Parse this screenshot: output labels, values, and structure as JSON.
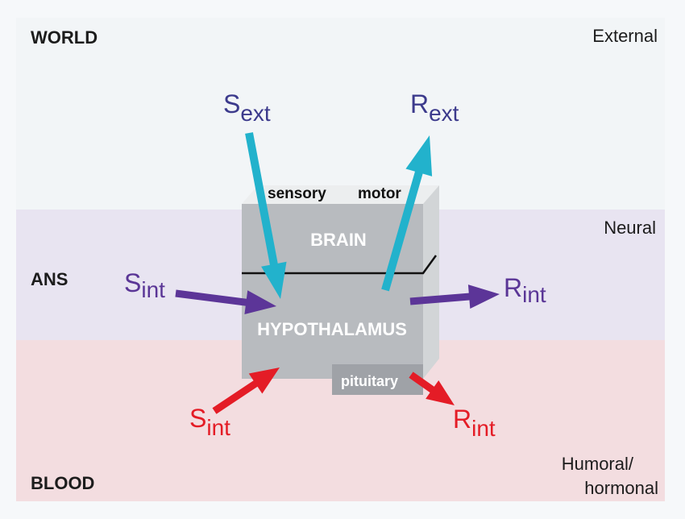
{
  "zones": {
    "world": {
      "label": "WORLD",
      "side": "External",
      "color": "#f2f5f7"
    },
    "ans": {
      "label": "ANS",
      "side": "Neural",
      "color": "#e8e4f1"
    },
    "blood": {
      "label": "BLOOD",
      "side_line1": "Humoral/",
      "side_line2": "hormonal",
      "color": "#f3dde0"
    }
  },
  "box": {
    "top_left_label": "sensory",
    "top_right_label": "motor",
    "upper_label": "BRAIN",
    "lower_label": "HYPOTHALAMUS",
    "corner_label": "pituitary",
    "front_color": "#b8bbbf",
    "side_color": "#d2d5d7",
    "top_color": "#eceeef",
    "corner_color": "#9fa2a7"
  },
  "signals": {
    "s_ext": {
      "main": "S",
      "sub": "ext",
      "color": "#3c3a8c",
      "arrow_color": "#22b2cc"
    },
    "r_ext": {
      "main": "R",
      "sub": "ext",
      "color": "#3c3a8c",
      "arrow_color": "#22b2cc"
    },
    "s_int_neural": {
      "main": "S",
      "sub": "int",
      "color": "#5a3596",
      "arrow_color": "#5c3598"
    },
    "r_int_neural": {
      "main": "R",
      "sub": "int",
      "color": "#5a3596",
      "arrow_color": "#5c3598"
    },
    "s_int_blood": {
      "main": "S",
      "sub": "int",
      "color": "#e41c26",
      "arrow_color": "#e41c26"
    },
    "r_int_blood": {
      "main": "R",
      "sub": "int",
      "color": "#e41c26",
      "arrow_color": "#e41c26"
    }
  }
}
